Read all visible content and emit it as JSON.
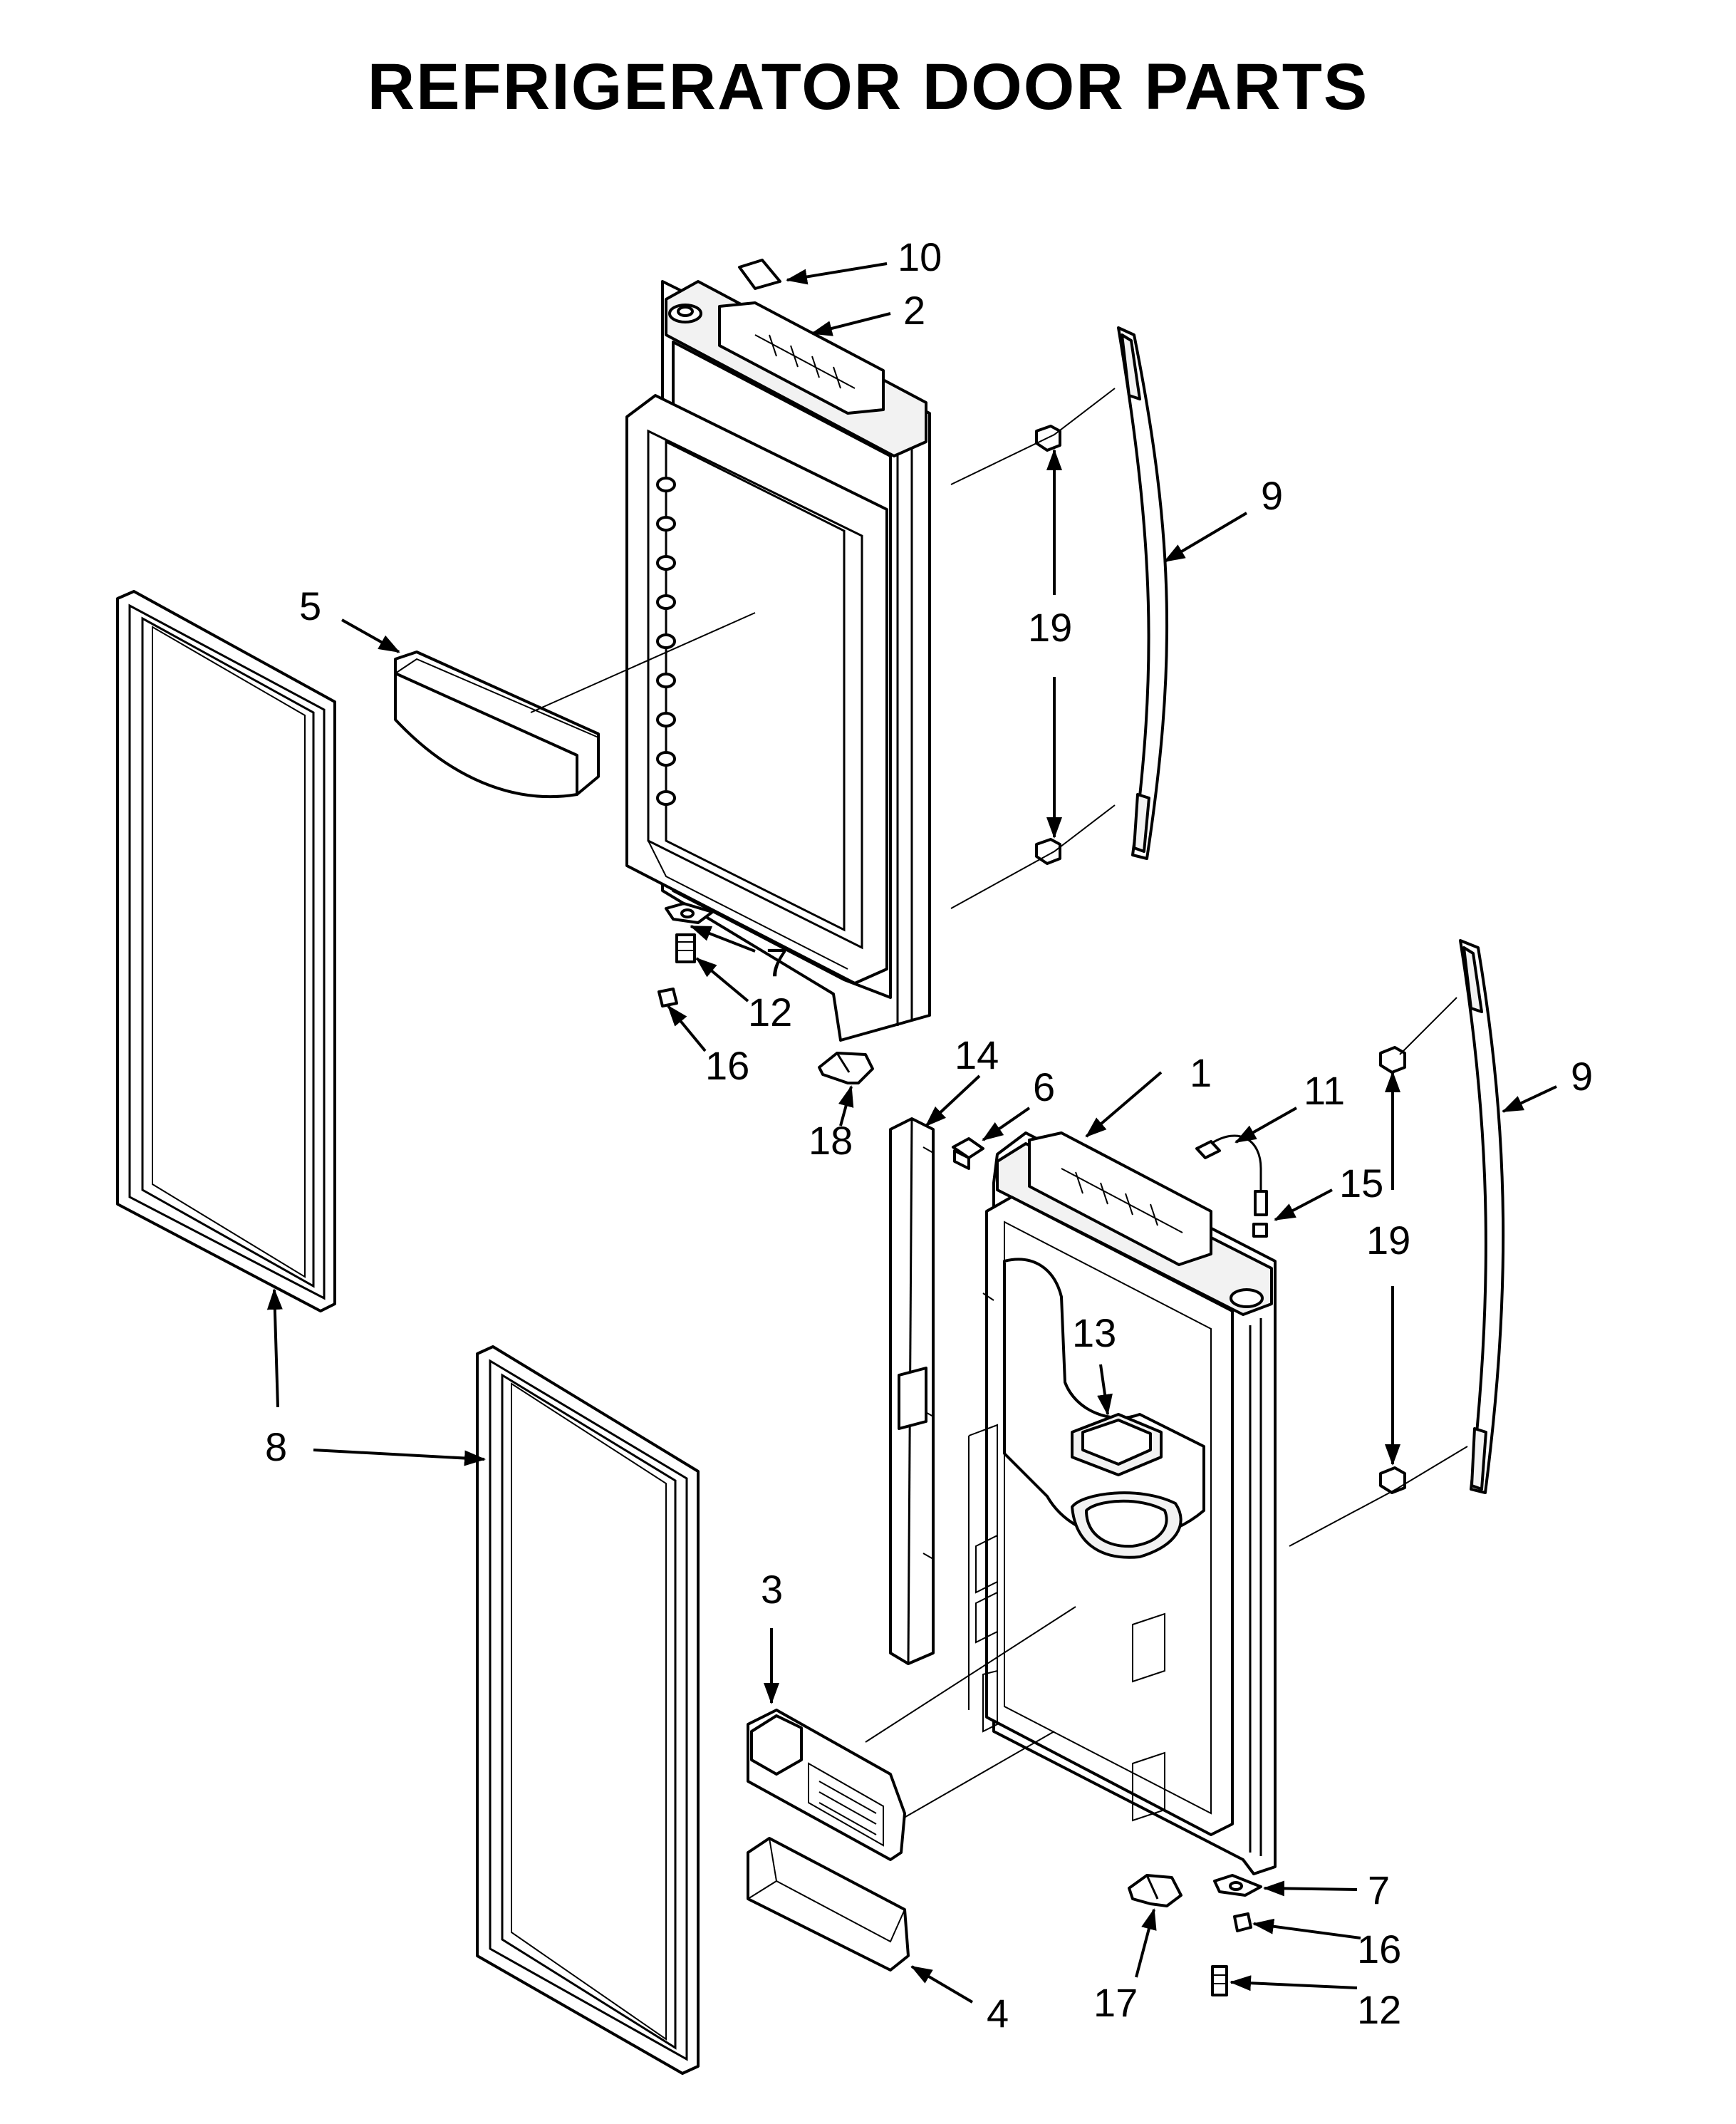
{
  "diagram": {
    "title": "REFRIGERATOR DOOR PARTS"
  },
  "callouts": [
    {
      "id": "c10",
      "label": "10"
    },
    {
      "id": "c2",
      "label": "2"
    },
    {
      "id": "c9a",
      "label": "9"
    },
    {
      "id": "c19a",
      "label": "19"
    },
    {
      "id": "c5",
      "label": "5"
    },
    {
      "id": "c7a",
      "label": "7"
    },
    {
      "id": "c12a",
      "label": "12"
    },
    {
      "id": "c16a",
      "label": "16"
    },
    {
      "id": "c18",
      "label": "18"
    },
    {
      "id": "c14",
      "label": "14"
    },
    {
      "id": "c6",
      "label": "6"
    },
    {
      "id": "c1",
      "label": "1"
    },
    {
      "id": "c11",
      "label": "11"
    },
    {
      "id": "c9b",
      "label": "9"
    },
    {
      "id": "c15",
      "label": "15"
    },
    {
      "id": "c19b",
      "label": "19"
    },
    {
      "id": "c13",
      "label": "13"
    },
    {
      "id": "c8",
      "label": "8"
    },
    {
      "id": "c3",
      "label": "3"
    },
    {
      "id": "c7b",
      "label": "7"
    },
    {
      "id": "c16b",
      "label": "16"
    },
    {
      "id": "c17",
      "label": "17"
    },
    {
      "id": "c12b",
      "label": "12"
    },
    {
      "id": "c4",
      "label": "4"
    }
  ]
}
